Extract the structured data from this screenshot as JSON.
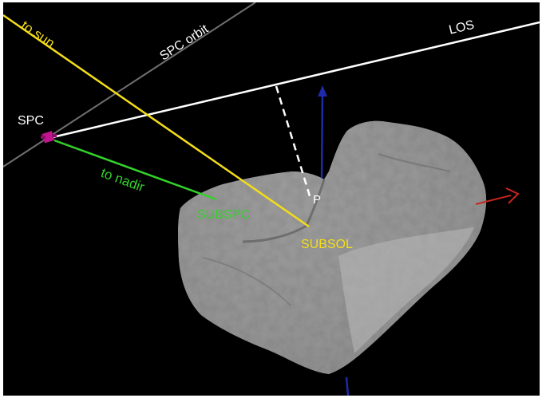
{
  "labels": {
    "to_sun": "to sun",
    "spc_orbit": "SPC orbit",
    "los": "LOS",
    "spc": "SPC",
    "to_nadir": "to nadir",
    "p": "P",
    "subspc": "SUBSPC",
    "subsol": "SUBSOL"
  },
  "colors": {
    "background": "#000000",
    "sun_line": "#f3dd19",
    "nadir_line": "#33d12a",
    "los_line": "#ffffff",
    "orbit_line": "#6f6f6f",
    "axis_blue": "#1e2aa8",
    "axis_red": "#c7261d",
    "spacecraft": "#c0158f",
    "comet": "#8f8f8f"
  },
  "icons": {
    "spacecraft": "spacecraft-icon"
  }
}
